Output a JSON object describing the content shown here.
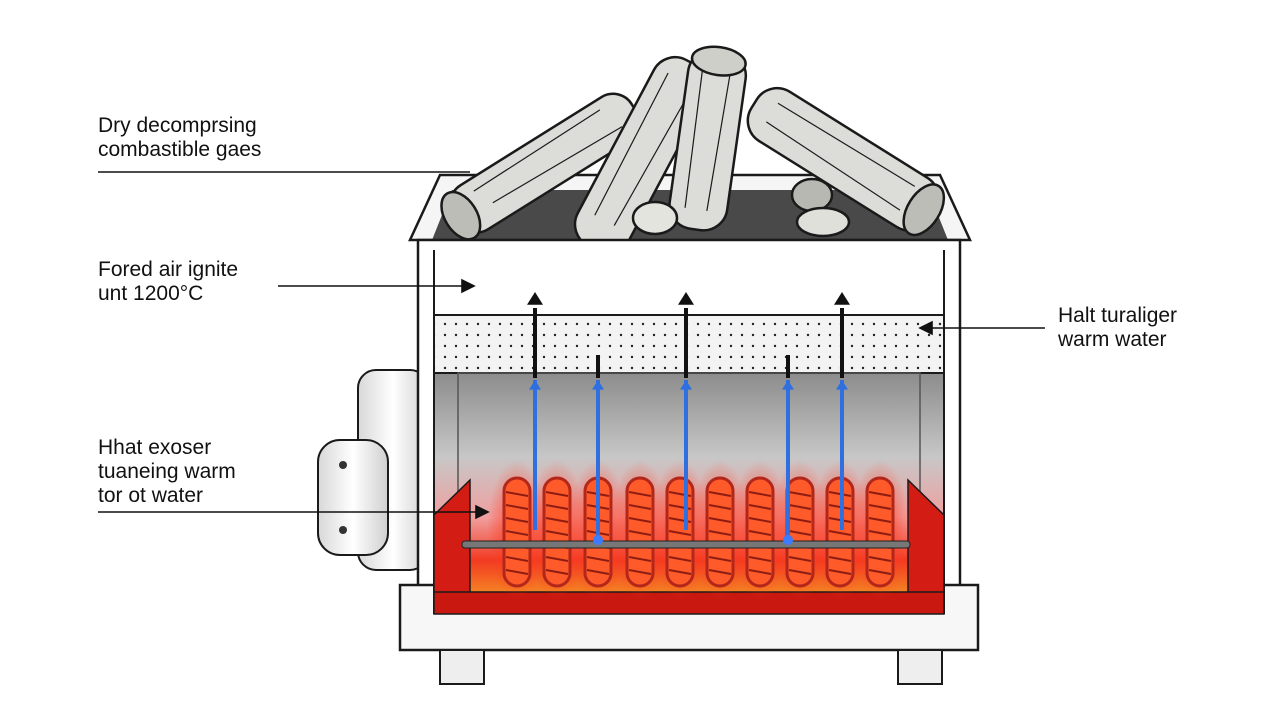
{
  "labels": {
    "top_left": {
      "line1": "Dry decomprsing",
      "line2": "combastible gaes"
    },
    "mid_left": {
      "line1": "Fored air ignite",
      "line2": "unt 1200°C"
    },
    "right": {
      "line1": "Halt turaliger",
      "line2": "warm water"
    },
    "bottom_left": {
      "line1": "Hhat exoser",
      "line2": "tuaneing warm",
      "line3": "tor ot water"
    }
  },
  "colors": {
    "outline": "#1a1a1a",
    "fire_red": "#e8281e",
    "fire_orange": "#f5a623",
    "water_blue": "#2f6fe0",
    "coil_red": "#b3271b",
    "wood": "#d9d9d6"
  },
  "icons": {
    "fuel": "log-pile-icon",
    "flow": "arrow-up-icon",
    "coil": "heat-coil-icon"
  }
}
